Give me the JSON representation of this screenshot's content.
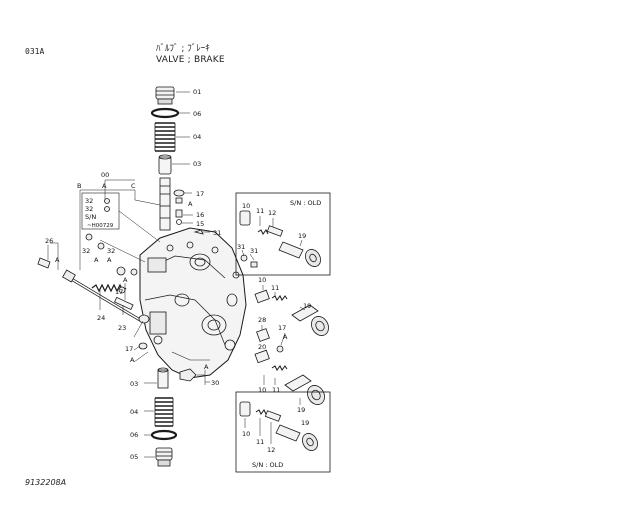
{
  "page_code": "031A",
  "title": {
    "jp": "ﾊﾞﾙﾌﾞ ; ﾌﾞﾚｰｷ",
    "en": "VALVE ; BRAKE"
  },
  "footer_code": "9132208A",
  "labels": {
    "l01": "01",
    "l06a": "06",
    "l04a": "04",
    "l03a": "03",
    "l00": "00",
    "lB": "B",
    "lA": "A",
    "lC": "C",
    "l32a": "32",
    "l32b": "32",
    "lsn": "S/N",
    "lsnnum": "~H00729",
    "l17a": "17",
    "lAa": "A",
    "l16": "16",
    "l15": "15",
    "l31a": "31",
    "l26": "26",
    "lAb": "A",
    "l32c": "32",
    "lAc": "A",
    "l32d": "32",
    "lAd": "A",
    "l17b": "17",
    "lAe": "A",
    "l24": "24",
    "l23": "23",
    "l17c": "17",
    "lAf": "A",
    "l03b": "03",
    "l04b": "04",
    "l06b": "06",
    "l05": "05",
    "lAg": "A",
    "l30": "30",
    "l31b": "31",
    "l31c": "31",
    "l11a": "11",
    "l10a": "10",
    "l19a": "19",
    "l28": "28",
    "l17d": "17",
    "lAh": "A",
    "l20": "20",
    "l10b": "10",
    "l11b": "11",
    "l19b": "19"
  },
  "inset_top": {
    "l10": "10",
    "l11": "11",
    "l12": "12",
    "l19": "19",
    "sn": "S/N : OLD"
  },
  "inset_bottom": {
    "l10": "10",
    "l11": "11",
    "l12": "12",
    "l19": "19",
    "sn": "S/N : OLD"
  }
}
